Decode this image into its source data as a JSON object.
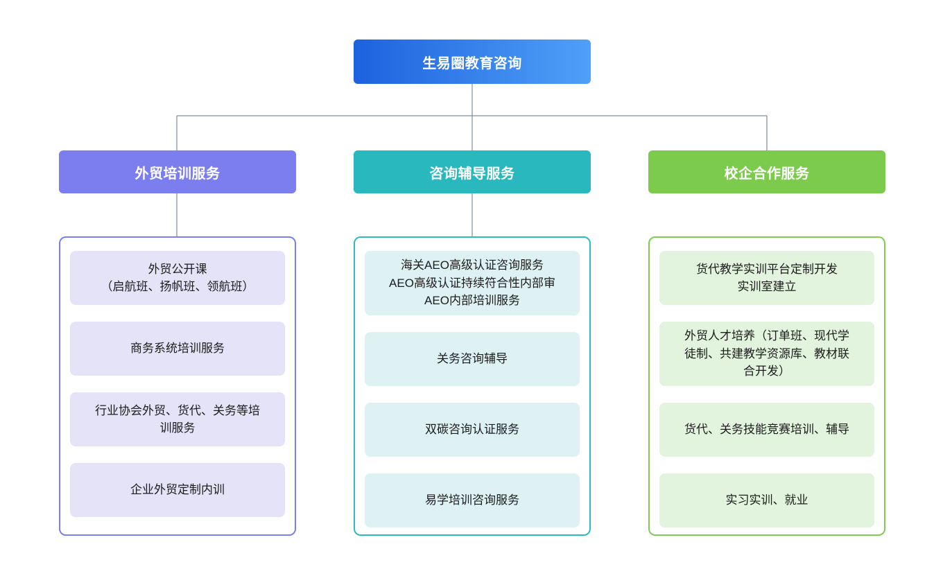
{
  "root_node": {
    "label": "生易圈教育咨询",
    "gradient_start": "#1D62DE",
    "gradient_end": "#4FA0F8",
    "text_color": "#FFFFFF"
  },
  "connector_color": "#7F8C98",
  "background_color": "#FFFFFF",
  "branches": [
    {
      "label": "外贸培训服务",
      "header_bg": "#7C7EF0",
      "panel_border": "#7B7EF0",
      "item_bg": "#E4E3F8",
      "has_connector_to_panel": true,
      "items": [
        "外贸公开课\n（启航班、扬帆班、领航班）",
        "商务系统培训服务",
        "行业协会外贸、货代、关务等培\n训服务",
        "企业外贸定制内训"
      ]
    },
    {
      "label": "咨询辅导服务",
      "header_bg": "#29B8BD",
      "panel_border": "#2ABCBF",
      "item_bg": "#DEF1F3",
      "has_connector_to_panel": true,
      "items": [
        "海关AEO高级认证咨询服务\nAEO高级认证持续符合性内部审\nAEO内部培训服务",
        "关务咨询辅导",
        "双碳咨询认证服务",
        "易学培训咨询服务"
      ]
    },
    {
      "label": "校企合作服务",
      "header_bg": "#7CCB4C",
      "panel_border": "#7DCD4F",
      "item_bg": "#E2F3DE",
      "has_connector_to_panel": false,
      "items": [
        "货代教学实训平台定制开发\n实训室建立",
        "外贸人才培养（订单班、现代学\n徒制、共建教学资源库、教材联\n合开发）",
        "货代、关务技能竞赛培训、辅导",
        "实习实训、就业"
      ]
    }
  ]
}
